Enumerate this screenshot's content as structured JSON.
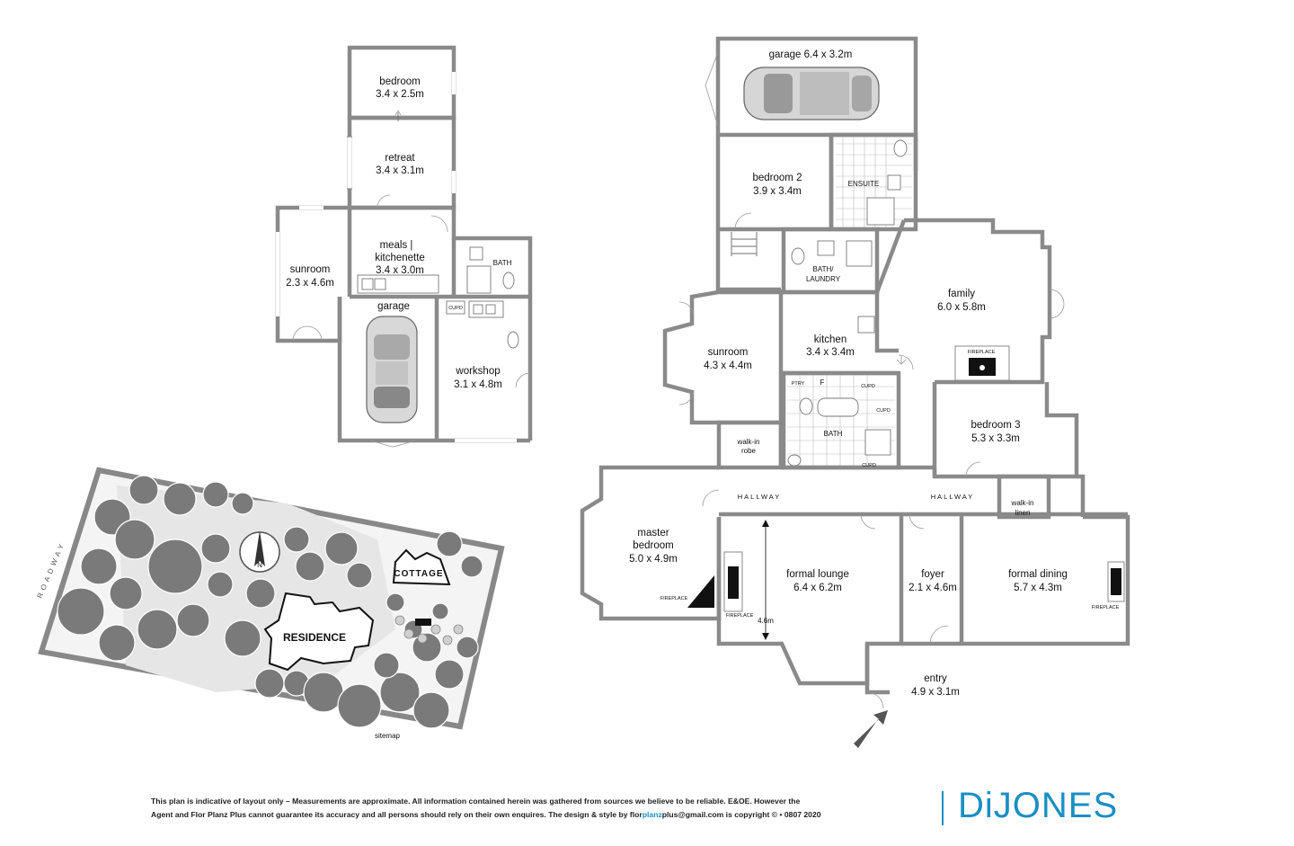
{
  "cottage": {
    "bedroom": {
      "name": "bedroom",
      "size": "3.4 x 2.5m"
    },
    "retreat": {
      "name": "retreat",
      "size": "3.4 x 3.1m"
    },
    "sunroom": {
      "name": "sunroom",
      "size": "2.3 x 4.6m"
    },
    "meals": {
      "name1": "meals |",
      "name2": "kitchenette",
      "size": "3.4 x 3.0m"
    },
    "bath": "BATH",
    "garage": "garage",
    "cupd": "CUPD",
    "workshop": {
      "name": "workshop",
      "size": "3.1 x 4.8m"
    }
  },
  "residence": {
    "garage": "garage 6.4 x 3.2m",
    "bedroom2": {
      "name": "bedroom 2",
      "size": "3.9 x 3.4m"
    },
    "ensuite": "ENSUITE",
    "bath_laundry": {
      "line1": "BATH/",
      "line2": "LAUNDRY"
    },
    "family": {
      "name": "family",
      "size": "6.0 x 5.8m"
    },
    "fireplace": "FIREPLACE",
    "sunroom": {
      "name": "sunroom",
      "size": "4.3 x 4.4m"
    },
    "kitchen": {
      "name": "kitchen",
      "size": "3.4 x 3.4m"
    },
    "ptry": "PTRY",
    "fridge": "F",
    "cupd": "CUPD",
    "bath": "BATH",
    "bedroom3": {
      "name": "bedroom 3",
      "size": "5.3 x 3.3m"
    },
    "walkin_robe": {
      "line1": "walk-in",
      "line2": "robe"
    },
    "hallway": "HALLWAY",
    "walkin_linen": {
      "line1": "walk-in",
      "line2": "linen"
    },
    "master": {
      "name1": "master",
      "name2": "bedroom",
      "size": "5.0 x 4.9m"
    },
    "lounge": {
      "name": "formal lounge",
      "size": "6.4 x 6.2m"
    },
    "height": "4.6m",
    "foyer": {
      "name": "foyer",
      "size": "2.1 x 4.6m"
    },
    "dining": {
      "name": "formal dining",
      "size": "5.7 x 4.3m"
    },
    "entry": {
      "name": "entry",
      "size": "4.9 x 3.1m"
    }
  },
  "sitemap": {
    "roadway": "ROADWAY",
    "cottage": "COTTAGE",
    "residence": "RESIDENCE",
    "north": "N",
    "label": "sitemap"
  },
  "footer": {
    "line1": "This plan is indicative of layout only  –   Measurements are approximate. All information contained herein was gathered from sources we believe to be reliable. E&OE. However the",
    "line2a": "Agent and Flor Planz Plus cannot guarantee its accuracy and all persons should rely on their own enquires. The design & style by flor",
    "line2b": "planz",
    "line2c": "plus@gmail.com is copyright ©  •  0807  2020"
  },
  "logo": "DiJONES",
  "colors": {
    "brand": "#1a8fc4",
    "wall": "#8a8a8a"
  }
}
